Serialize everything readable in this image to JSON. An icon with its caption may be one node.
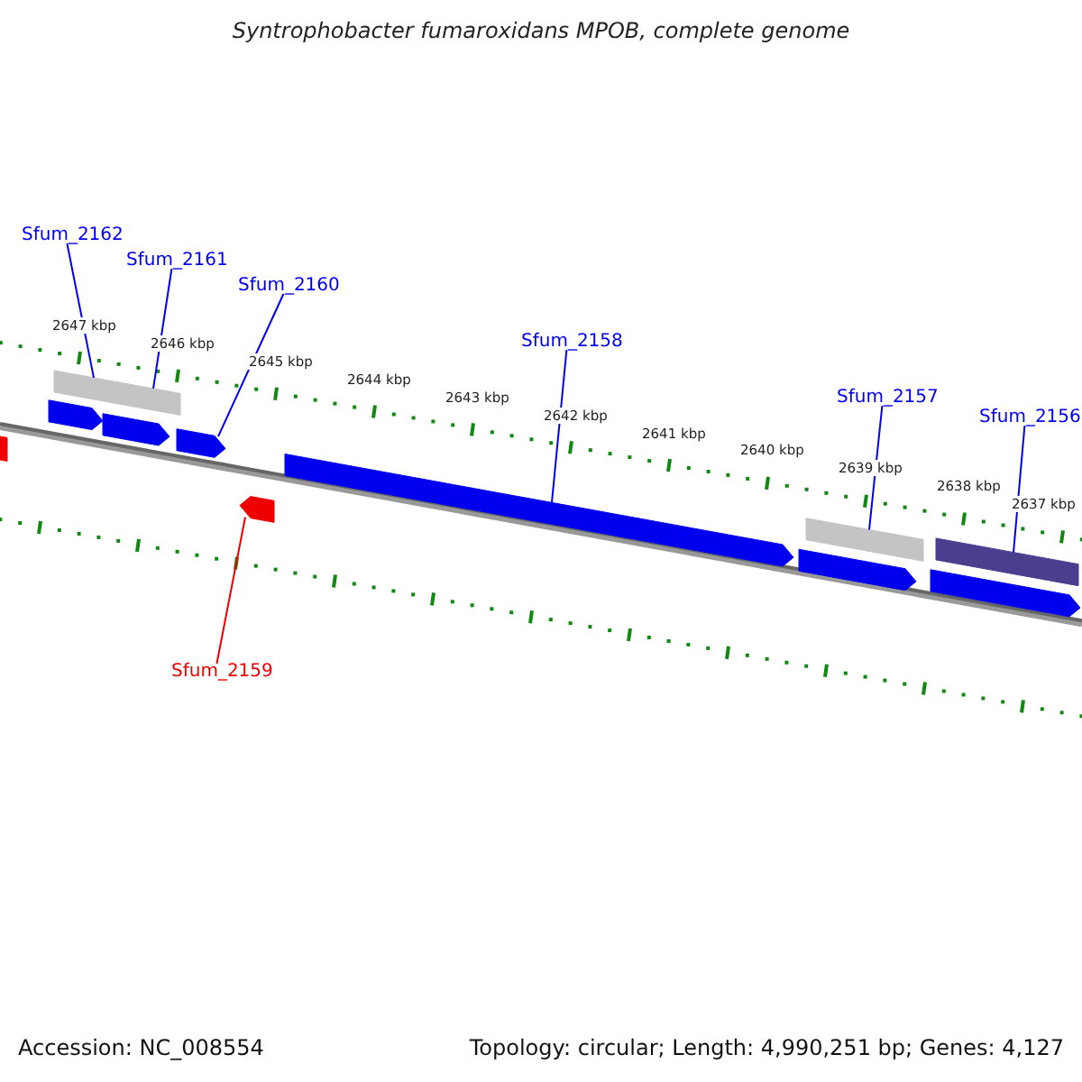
{
  "diagram": {
    "title": "Syntrophobacter fumaroxidans MPOB, complete genome",
    "nodes": [
      {
        "text": [
          "Sfum_2162"
        ]
      },
      {
        "text": [
          "Sfum_2161"
        ]
      },
      {
        "text": [
          "Sfum_2160"
        ]
      },
      {
        "text": [
          "Sfum_2158"
        ]
      },
      {
        "text": [
          "Sfum_2157"
        ]
      },
      {
        "text": [
          "Sfum_2156"
        ]
      },
      {
        "text": [
          "Sfum_2159"
        ]
      },
      {
        "text": [],
        "shape": "bar"
      },
      {
        "text": [],
        "shape": "bar"
      },
      {
        "text": [],
        "shape": "bar"
      },
      {
        "text": [],
        "shape": "bar"
      },
      {
        "text": [],
        "shape": "bar"
      },
      {
        "text": [],
        "shape": "bar"
      },
      {
        "text": [],
        "shape": "bar"
      },
      {
        "text": [],
        "shape": "bar"
      },
      {
        "text": [],
        "shape": "bar"
      },
      {
        "text": [],
        "shape": "bar"
      },
      {
        "text": [],
        "shape": "bar"
      },
      {
        "text": [],
        "shape": "bar"
      }
    ],
    "edges": [
      {
        "from": 0,
        "to": 8,
        "arrow": "none"
      },
      {
        "from": 1,
        "to": 9,
        "arrow": "none"
      },
      {
        "from": 2,
        "to": 12,
        "arrow": "none"
      },
      {
        "from": 3,
        "to": 14,
        "arrow": "none"
      },
      {
        "from": 4,
        "to": 15,
        "arrow": "none"
      },
      {
        "from": 5,
        "to": 16,
        "arrow": "none"
      },
      {
        "from": 6,
        "to": 13,
        "arrow": "none",
        "color": "#ee0000"
      }
    ],
    "labels": [
      "2647 kbp",
      "2646 kbp",
      "2645 kbp",
      "2644 kbp",
      "2643 kbp",
      "2642 kbp",
      "2641 kbp",
      "2640 kbp",
      "2639 kbp",
      "2638 kbp",
      "2637 kbp",
      "Accession: NC_008554",
      "Topology: circular; Length: 4,990,251 bp; Genes: 4,127"
    ]
  }
}
